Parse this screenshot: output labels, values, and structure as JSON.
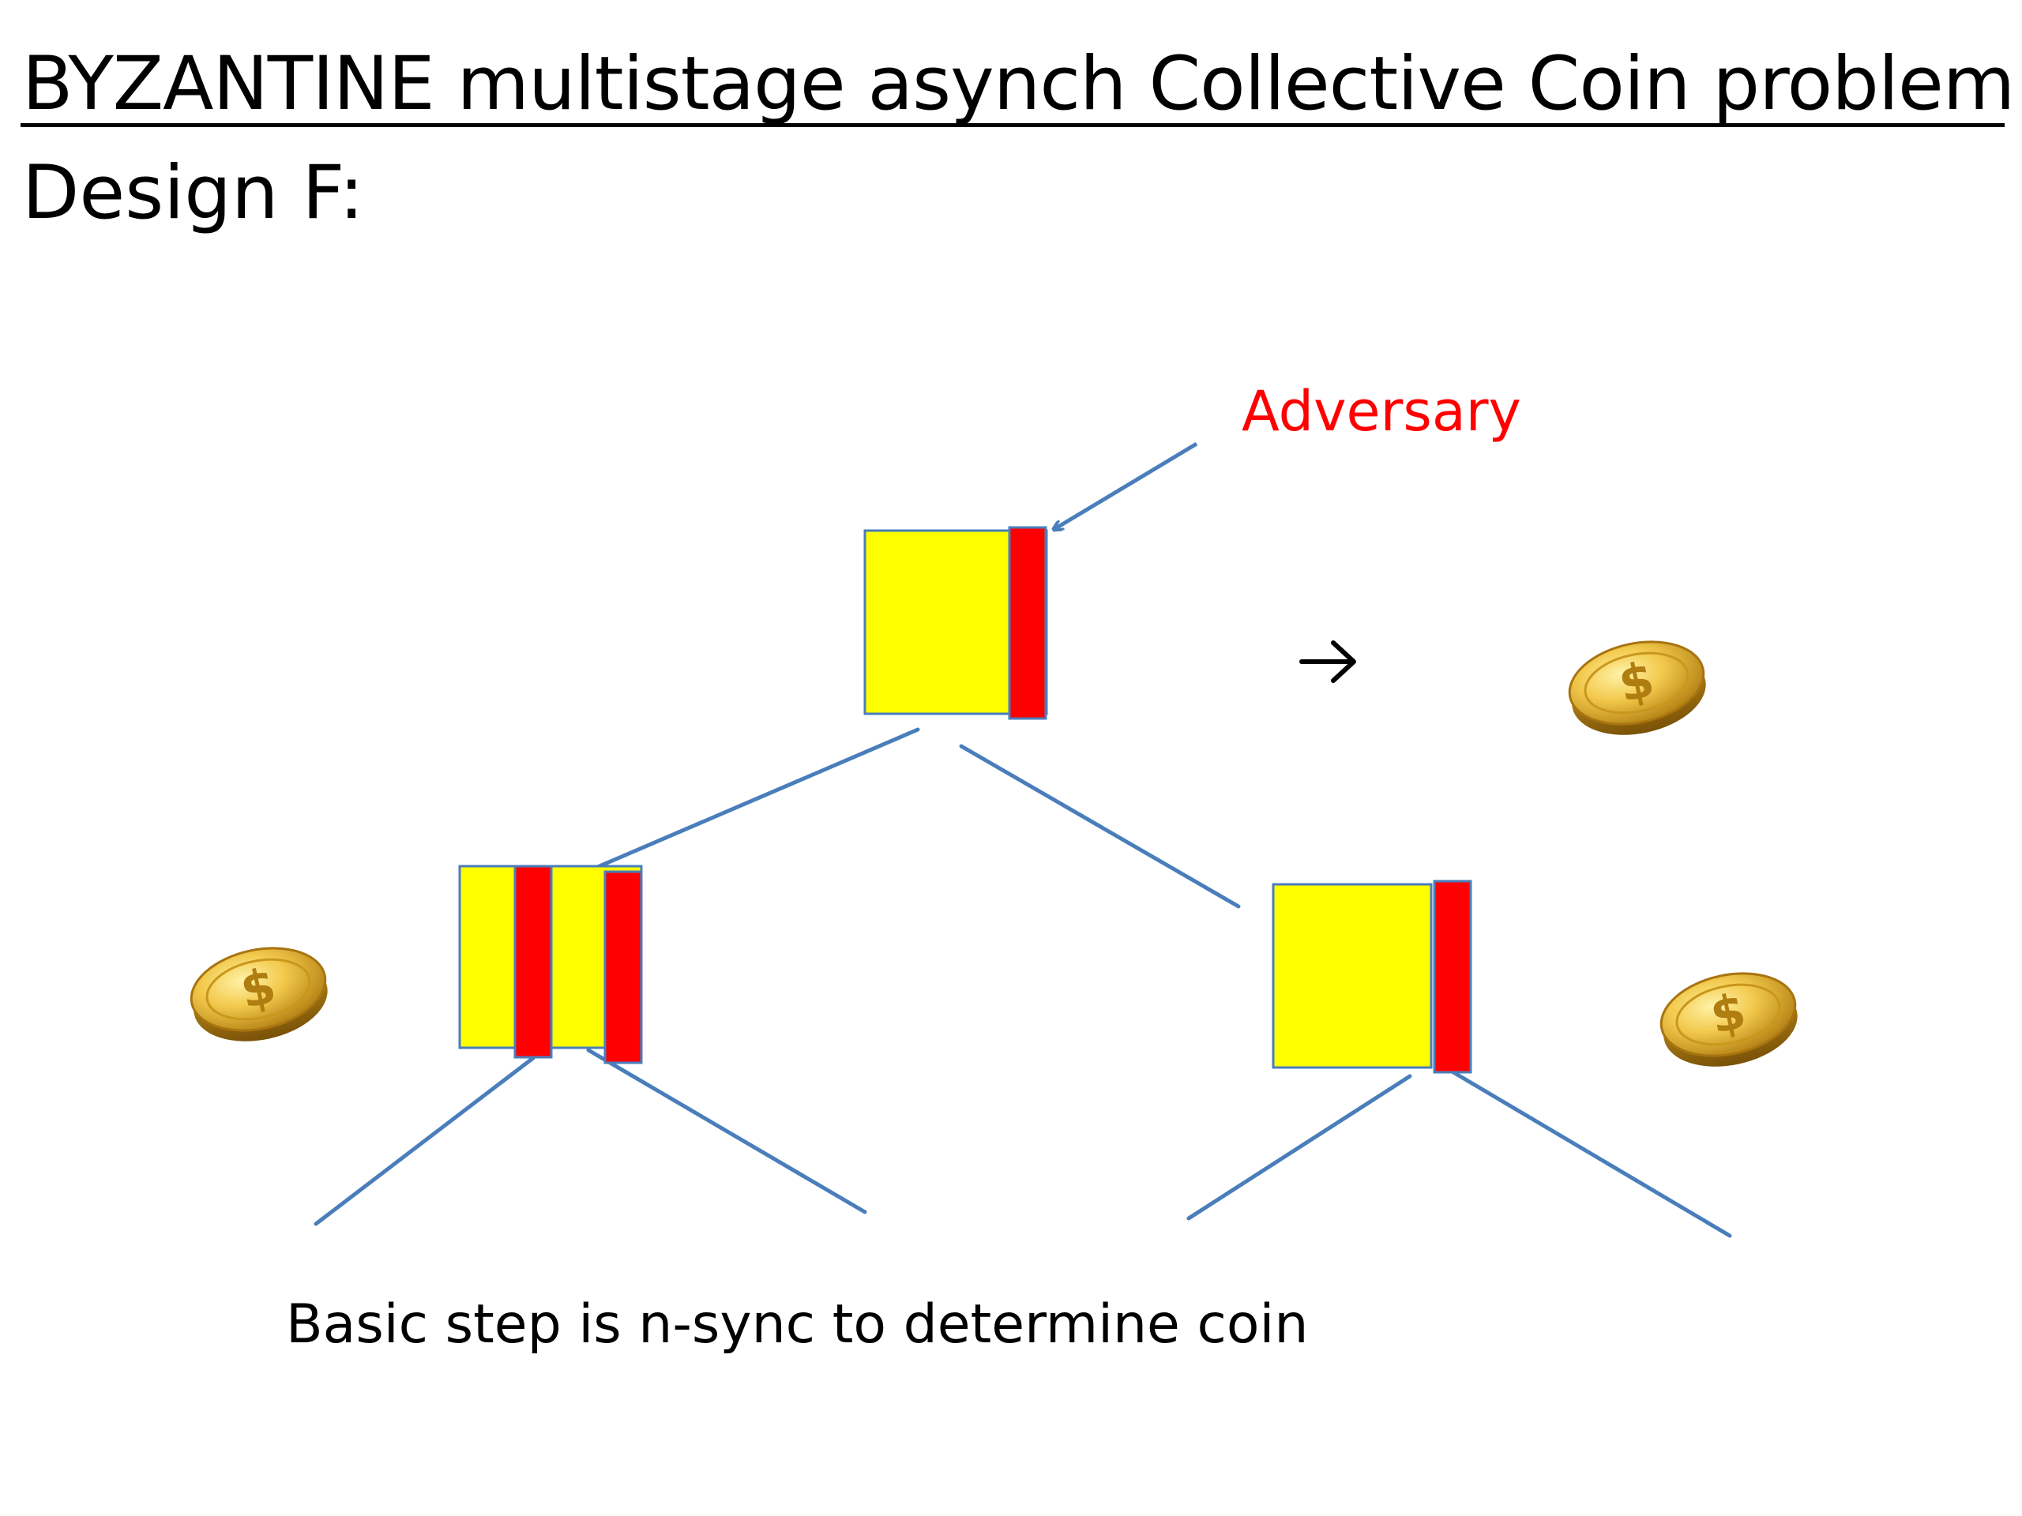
{
  "slide": {
    "title": "BYZANTINE multistage asynch Collective Coin problem",
    "subtitle": "Design F:"
  },
  "diagram": {
    "adversary_label": "Adversary",
    "arrow_symbol": "→",
    "caption": "Basic step is n-sync to determine coin",
    "coin_symbol": "$",
    "colors": {
      "box_fill": "#ffff00",
      "adversary_fill": "#ff0000",
      "edge_line": "#4a7ebb",
      "label_red": "#ff0000",
      "coin_gold": "#e6b422",
      "text": "#000000"
    },
    "icons": [
      "coin-icon",
      "arrow-right-icon"
    ]
  }
}
